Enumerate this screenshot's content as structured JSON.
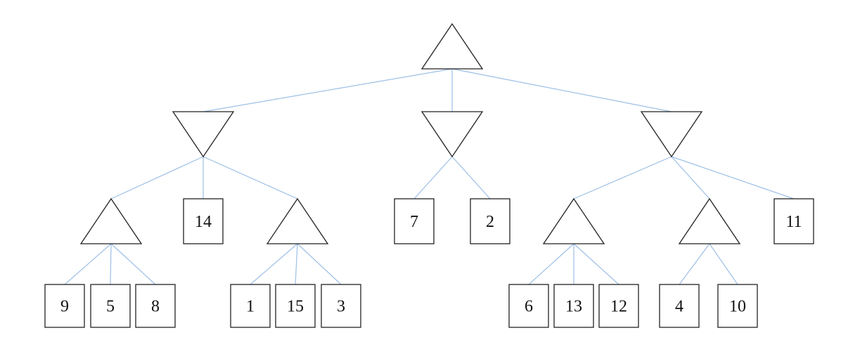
{
  "tree": {
    "type": "max",
    "children": [
      {
        "type": "min",
        "children": [
          {
            "type": "max",
            "children": [
              {
                "value": "9"
              },
              {
                "value": "5"
              },
              {
                "value": "8"
              }
            ]
          },
          {
            "value": "14"
          },
          {
            "type": "max",
            "children": [
              {
                "value": "1"
              },
              {
                "value": "15"
              },
              {
                "value": "3"
              }
            ]
          }
        ]
      },
      {
        "type": "min",
        "children": [
          {
            "value": "7"
          },
          {
            "value": "2"
          }
        ]
      },
      {
        "type": "min",
        "children": [
          {
            "type": "max",
            "children": [
              {
                "value": "6"
              },
              {
                "value": "13"
              },
              {
                "value": "12"
              }
            ]
          },
          {
            "type": "max",
            "children": [
              {
                "value": "4"
              },
              {
                "value": "10"
              }
            ]
          },
          {
            "value": "11"
          }
        ]
      }
    ]
  },
  "colors": {
    "edge": "#9dbfe6",
    "node_stroke": "#222222",
    "background": "#ffffff"
  }
}
